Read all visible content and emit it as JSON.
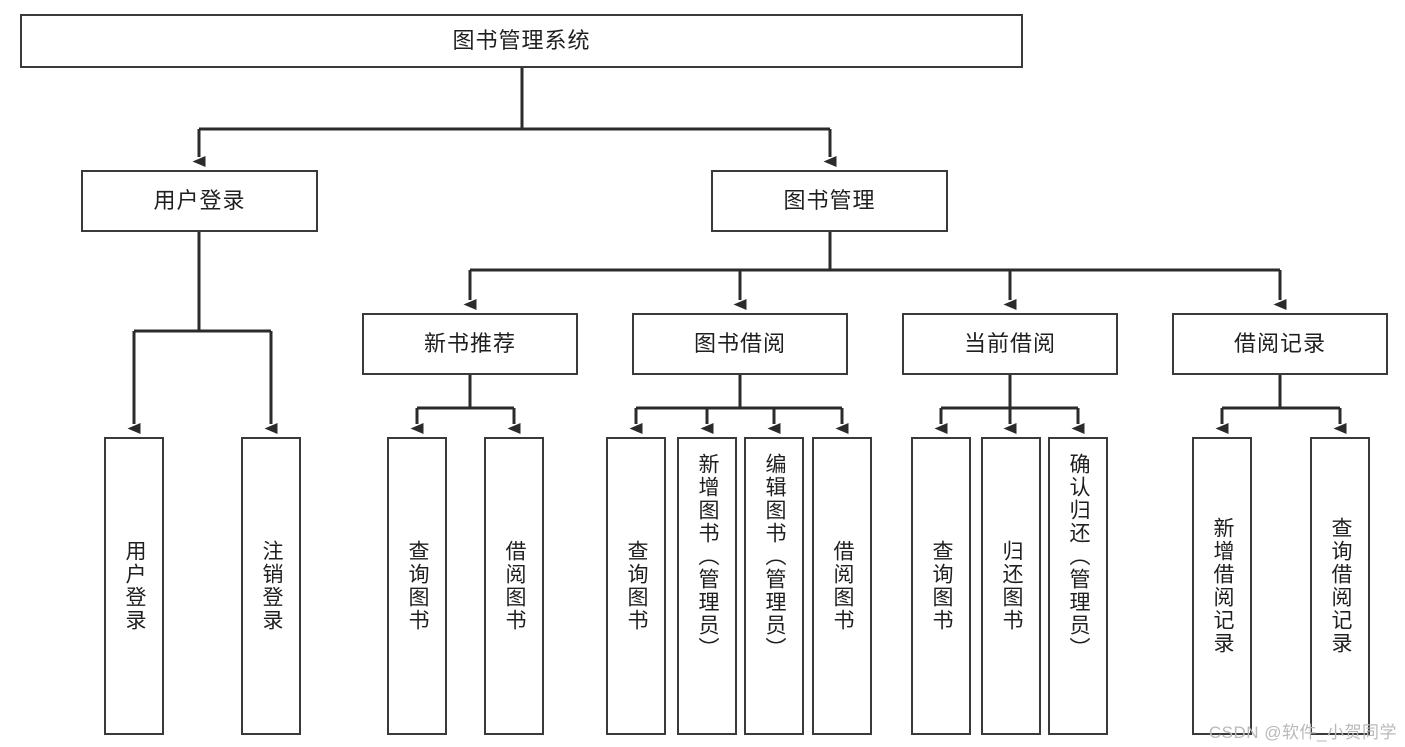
{
  "diagram": {
    "title": "图书管理系统",
    "type": "tree-structure-chart",
    "watermark": "CSDN @软件_小贺同学",
    "colors": {
      "box_border": "#3a3a3a",
      "box_fill": "#ffffff",
      "edge": "#2b2b2b",
      "text": "#1f1f1f",
      "watermark": "#b9b9b9"
    },
    "root": {
      "label": "图书管理系统"
    },
    "level2": [
      {
        "label": "用户登录"
      },
      {
        "label": "图书管理"
      }
    ],
    "level3": [
      {
        "label": "新书推荐"
      },
      {
        "label": "图书借阅"
      },
      {
        "label": "当前借阅"
      },
      {
        "label": "借阅记录"
      }
    ],
    "leaves": {
      "user_login": [
        {
          "label": "用户登录"
        },
        {
          "label": "注销登录"
        }
      ],
      "new_book": [
        {
          "label": "查询图书"
        },
        {
          "label": "借阅图书"
        }
      ],
      "book_borrow": [
        {
          "label": "查询图书"
        },
        {
          "label": "新增图书（管理员）"
        },
        {
          "label": "编辑图书（管理员）"
        },
        {
          "label": "借阅图书"
        }
      ],
      "current_borrow": [
        {
          "label": "查询图书"
        },
        {
          "label": "归还图书"
        },
        {
          "label": "确认归还（管理员）"
        }
      ],
      "borrow_record": [
        {
          "label": "新增借阅记录"
        },
        {
          "label": "查询借阅记录"
        }
      ]
    }
  }
}
